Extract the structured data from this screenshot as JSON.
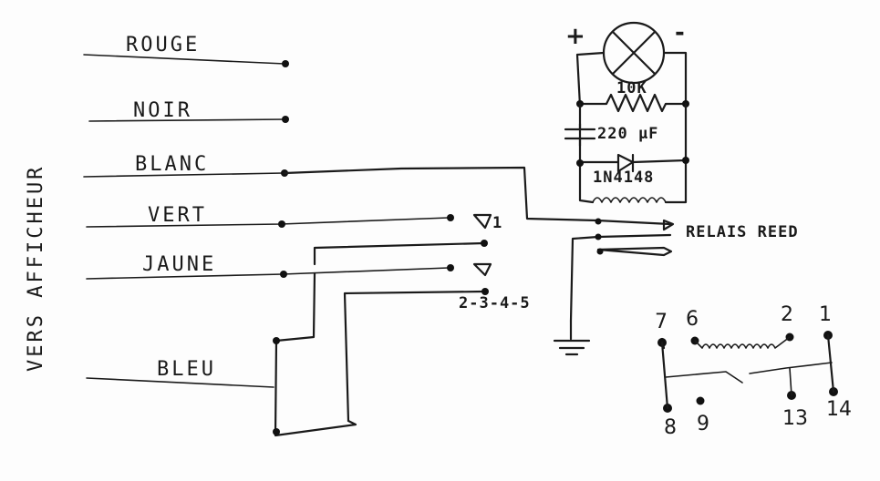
{
  "side_label": "VERS AFFICHEUR",
  "wires": {
    "rouge": "ROUGE",
    "noir": "NOIR",
    "blanc": "BLANC",
    "vert": "VERT",
    "jaune": "JAUNE",
    "bleu": "BLEU"
  },
  "switch": {
    "position_1": "1",
    "positions_other": "2-3-4-5"
  },
  "components": {
    "plus": "+",
    "minus": "-",
    "resistor": "10K",
    "capacitor": "220 μF",
    "diode": "1N4148",
    "relay": "RELAIS REED"
  },
  "relay_pins": [
    "7",
    "6",
    "2",
    "1",
    "8",
    "9",
    "13",
    "14"
  ]
}
